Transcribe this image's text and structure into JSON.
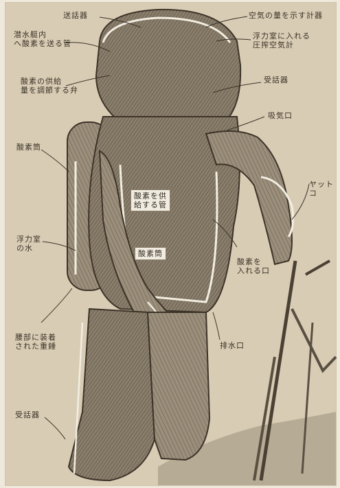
{
  "labels": {
    "speaker_top": "送話器",
    "inner_tube_left": "潜水艇内\nへ酸素を送る管",
    "oxygen_supply_adjust": "酸素の供給\n量を調節する弁",
    "oxygen_tank": "酸素筒",
    "float_chamber_water": "浮力室\nの水",
    "waist_ballast": "腰部に装着\nされた重錘",
    "receiver_foot": "受話器",
    "air_gauge": "空気の量を示す計器",
    "float_pressure_gauge": "浮力室に入れる\n圧搾空気計",
    "receiver_right": "受話器",
    "exhaust_port": "吸気口",
    "yatoko": "ヤットコ",
    "oxygen_inlet": "酸素を\n入れる口",
    "drain_port": "排水口",
    "oxygen_breath_tube": "酸素を供\n給する管",
    "oxygen_tank_center": "酸素筒"
  },
  "colors": {
    "paper": "#d8ccb4",
    "ink": "#3a3228",
    "suit": "#7a6e5e",
    "highlight": "#f3eee2"
  }
}
